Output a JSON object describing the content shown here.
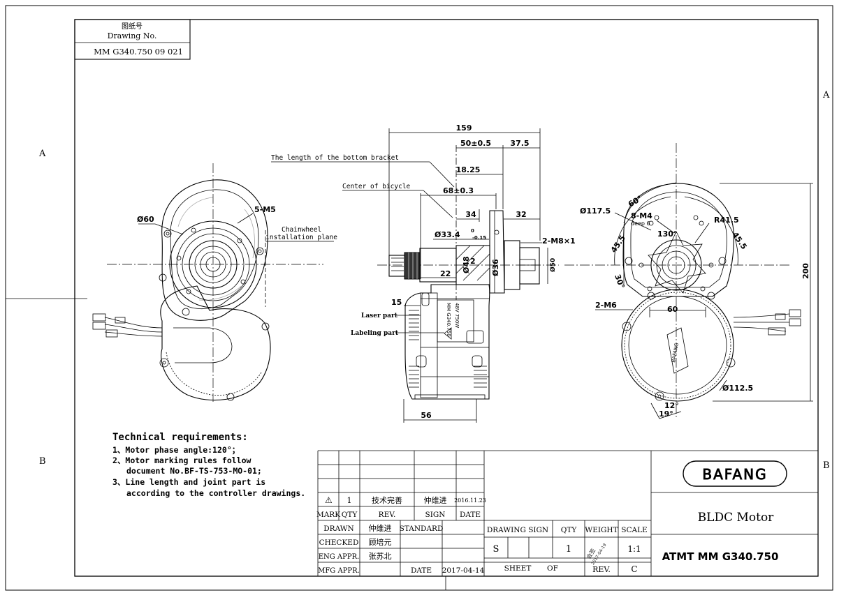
{
  "drawing_no_box": {
    "label_cn": "图纸号",
    "label_en": "Drawing No.",
    "value": "MM G340.750 09 021"
  },
  "zone_labels": {
    "a_left": "A",
    "a_right": "A",
    "b_left": "B",
    "b_right": "B"
  },
  "front_view": {
    "dia": "Ø60",
    "thread": "5-M5",
    "chainwheel_1": "Chainwheel",
    "chainwheel_2": "installation plane"
  },
  "side_view": {
    "d159": "159",
    "d50": "50±0.5",
    "d37": "37.5",
    "bottom_bracket": "The length of the bottom bracket",
    "d18": "18.25",
    "center_bicycle": "Center of bicycle",
    "d68": "68±0.3",
    "d34": "34",
    "d32": "32",
    "d33": "Ø33.4",
    "d33_tol": "0",
    "d33_tol2": "-0.15",
    "m8": "2-M8×1",
    "d22": "22",
    "d48": "Ø48",
    "d2": "2",
    "d36": "Ø36",
    "d50dia": "Ø50",
    "d15": "15",
    "laser": "Laser part",
    "labeling": "Labeling part",
    "d56": "56"
  },
  "rear_view": {
    "d117": "Ø117.5",
    "ang60": "60°",
    "m4": "8-M4",
    "deep": "deep 6",
    "r41": "R41.5",
    "ang130": "130°",
    "a45l": "45.5",
    "a45r": "45.5",
    "ang30": "30°",
    "d200": "200",
    "m6": "2-M6",
    "d60": "60",
    "d112": "Ø112.5",
    "ang12": "12°",
    "ang19": "19°"
  },
  "tech_req": {
    "title": "Technical requirements:",
    "line1": "1、Motor phase angle:120°；",
    "line2": "2、Motor marking rules follow",
    "line3": "document No.BF-TS-753-MO-01;",
    "line4": "3、Line length and joint part is",
    "line5": "according to the controller drawings."
  },
  "revision_block": {
    "row_mark": "1",
    "row_rev": "技术完善",
    "row_sign": "仲维进",
    "row_date": "2016.11.23",
    "h_mark": "MARK",
    "h_qty": "QTY",
    "h_rev": "REV.",
    "h_sign": "SIGN",
    "h_date": "DATE"
  },
  "approval_block": {
    "drawn": "DRAWN",
    "drawn_name": "仲维进",
    "standard": "STANDARD",
    "checked": "CHECKED",
    "checked_name": "顾培元",
    "eng": "ENG APPR.",
    "eng_name": "张苏北",
    "mfg": "MFG APPR.",
    "date_label": "DATE",
    "date_value": "2017-04-14"
  },
  "title_block": {
    "drawing_sign": "DRAWING SIGN",
    "qty": "QTY",
    "weight": "WEIGHT",
    "scale": "SCALE",
    "s": "S",
    "qty_val": "1",
    "scale_val": "1:1",
    "sheet": "SHEET",
    "of": "OF",
    "rev": "REV.",
    "rev_val": "C",
    "logo": "BAFANG",
    "product": "BLDC Motor",
    "part_no": "ATMT MM G340.750"
  }
}
